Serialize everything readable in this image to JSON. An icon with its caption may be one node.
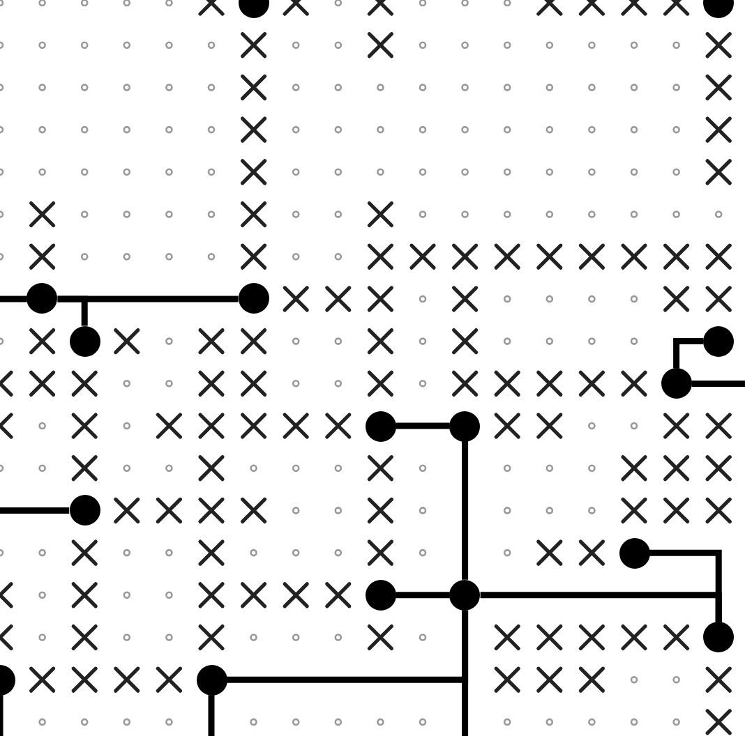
{
  "diagram": {
    "nodes": [
      {
        "text": [],
        "shape": "circle"
      },
      {
        "text": [],
        "shape": "circle"
      },
      {
        "text": [],
        "shape": "circle"
      },
      {
        "text": [],
        "shape": "circle"
      },
      {
        "text": [],
        "shape": "circle"
      },
      {
        "text": [],
        "shape": "circle"
      },
      {
        "text": [],
        "shape": "circle"
      },
      {
        "text": [],
        "shape": "circle"
      },
      {
        "text": [],
        "shape": "circle"
      },
      {
        "text": [],
        "shape": "circle"
      },
      {
        "text": [],
        "shape": "circle"
      },
      {
        "text": [],
        "shape": "circle"
      },
      {
        "text": [],
        "shape": "circle"
      },
      {
        "text": [],
        "shape": "circle"
      },
      {
        "text": [],
        "shape": "circle"
      },
      {
        "text": [],
        "shape": "circle"
      }
    ],
    "edges": [
      {
        "from": null,
        "to": 2,
        "arrow": "none"
      },
      {
        "from": 2,
        "to": 3,
        "arrow": "none"
      },
      {
        "from": 2,
        "to": 4,
        "arrow": "none"
      },
      {
        "from": 5,
        "to": 6,
        "arrow": "none"
      },
      {
        "from": 6,
        "to": null,
        "arrow": "none"
      },
      {
        "from": 7,
        "to": 8,
        "arrow": "none"
      },
      {
        "from": 8,
        "to": 12,
        "arrow": "none"
      },
      {
        "from": 12,
        "to": null,
        "arrow": "none"
      },
      {
        "from": 15,
        "to": 12,
        "arrow": "none"
      },
      {
        "from": null,
        "to": 9,
        "arrow": "none"
      },
      {
        "from": 10,
        "to": 13,
        "arrow": "none"
      },
      {
        "from": 11,
        "to": 12,
        "arrow": "none"
      },
      {
        "from": 12,
        "to": 13,
        "arrow": "none"
      },
      {
        "from": 14,
        "to": null,
        "arrow": "none"
      },
      {
        "from": 15,
        "to": null,
        "arrow": "none"
      }
    ]
  }
}
